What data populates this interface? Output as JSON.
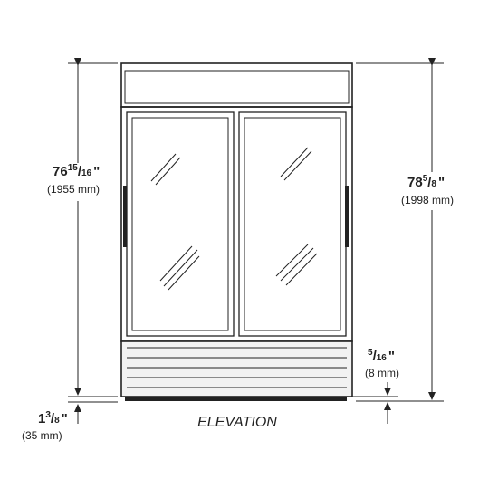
{
  "caption": "ELEVATION",
  "colors": {
    "line": "#222222",
    "fill": "#ffffff",
    "grille": "#f2f2f2"
  },
  "dimensions": {
    "left_height": {
      "whole": "76",
      "num": "15",
      "den": "16",
      "inch": "\"",
      "mm": "(1955 mm)"
    },
    "right_height": {
      "whole": "78",
      "num": "5",
      "den": "8",
      "inch": "\"",
      "mm": "(1998 mm)"
    },
    "bottom_left": {
      "whole": "1",
      "num": "3",
      "den": "8",
      "inch": "\"",
      "mm": "(35 mm)"
    },
    "bottom_right": {
      "num": "5",
      "den": "16",
      "inch": "\"",
      "mm": "(8 mm)"
    }
  }
}
